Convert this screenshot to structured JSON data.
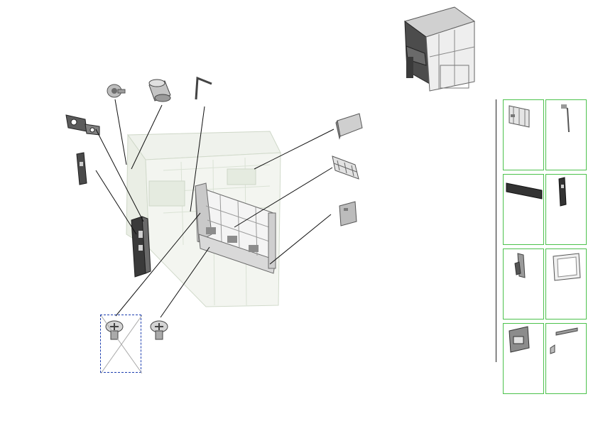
{
  "colors": {
    "thumb_border": "#4cc24c",
    "selection_border": "#1d3fb0",
    "part_dark": "#3a3a3a",
    "part_mid": "#8c8c8c",
    "part_light": "#d6d6d6",
    "ghost": "#e6ece2"
  },
  "diagram": {
    "parts": [
      {
        "name": "knob-part"
      },
      {
        "name": "bushing-part"
      },
      {
        "name": "hex-wrench-part"
      },
      {
        "name": "bracket-part"
      },
      {
        "name": "small-plate-part"
      },
      {
        "name": "tall-cover-part"
      },
      {
        "name": "right-cover-part"
      },
      {
        "name": "guide-frame-part"
      },
      {
        "name": "small-cover-part"
      },
      {
        "name": "screw-a-part"
      },
      {
        "name": "screw-b-part"
      }
    ]
  },
  "thumbnails": [
    {
      "name": "thumb-guide-frame"
    },
    {
      "name": "thumb-hook-bar"
    },
    {
      "name": "thumb-flat-panel"
    },
    {
      "name": "thumb-side-cover"
    },
    {
      "name": "thumb-guide-plate"
    },
    {
      "name": "thumb-frame-window"
    },
    {
      "name": "thumb-cover-plate"
    },
    {
      "name": "thumb-rail"
    }
  ]
}
